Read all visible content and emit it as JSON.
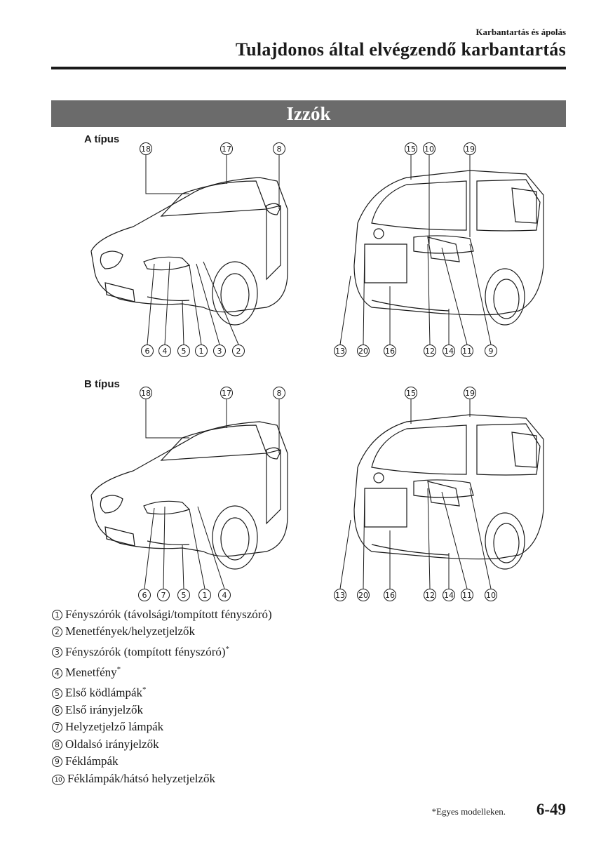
{
  "header": {
    "section": "Karbantartás és ápolás",
    "title": "Tulajdonos által elvégzendő karbantartás"
  },
  "banner": "Izzók",
  "diagrams": {
    "a": {
      "label": "A típus",
      "front_top": [
        "18",
        "17",
        "8"
      ],
      "front_bottom": [
        "6",
        "4",
        "5",
        "1",
        "3",
        "2"
      ],
      "rear_top": [
        "15",
        "10",
        "19"
      ],
      "rear_bottom": [
        "13",
        "20",
        "16",
        "12",
        "14",
        "11",
        "9"
      ]
    },
    "b": {
      "label": "B típus",
      "front_top": [
        "18",
        "17",
        "8"
      ],
      "front_bottom": [
        "6",
        "7",
        "5",
        "1",
        "4"
      ],
      "rear_top": [
        "15",
        "19"
      ],
      "rear_bottom": [
        "13",
        "20",
        "16",
        "12",
        "14",
        "11",
        "10"
      ]
    }
  },
  "legend": [
    {
      "num": "1",
      "text": "Fényszórók (távolsági/tompított fényszóró)",
      "mark": ""
    },
    {
      "num": "2",
      "text": "Menetfények/helyzetjelzők",
      "mark": ""
    },
    {
      "num": "3",
      "text": "Fényszórók (tompított fényszóró)",
      "mark": "*"
    },
    {
      "num": "4",
      "text": "Menetfény",
      "mark": "*"
    },
    {
      "num": "5",
      "text": "Első ködlámpák",
      "mark": "*"
    },
    {
      "num": "6",
      "text": "Első irányjelzők",
      "mark": ""
    },
    {
      "num": "7",
      "text": "Helyzetjelző lámpák",
      "mark": ""
    },
    {
      "num": "8",
      "text": "Oldalsó irányjelzők",
      "mark": ""
    },
    {
      "num": "9",
      "text": "Féklámpák",
      "mark": ""
    },
    {
      "num": "10",
      "text": "Féklámpák/hátsó helyzetjelzők",
      "mark": ""
    }
  ],
  "footer": {
    "footnote": "*Egyes modelleken.",
    "page_number": "6-49"
  }
}
